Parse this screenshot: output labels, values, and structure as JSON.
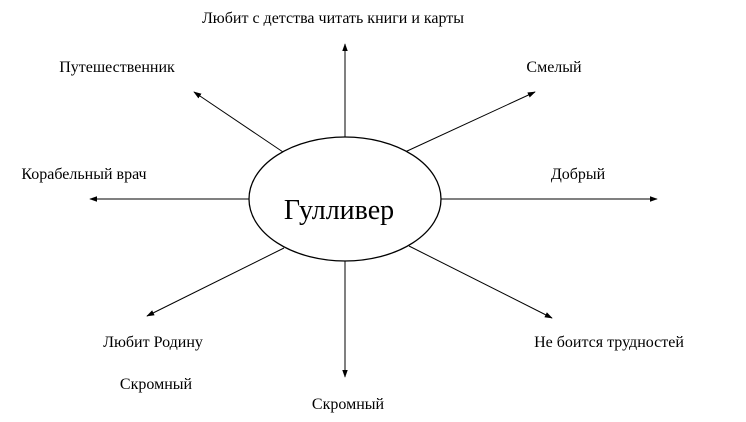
{
  "center": {
    "label": "Гулливер"
  },
  "traits": [
    {
      "id": "top",
      "label": "Любит с детства читать книги и карты"
    },
    {
      "id": "top-left",
      "label": "Путешественник"
    },
    {
      "id": "top-right",
      "label": "Смелый"
    },
    {
      "id": "left",
      "label": "Корабельный врач"
    },
    {
      "id": "right",
      "label": "Добрый"
    },
    {
      "id": "bottom-left",
      "label": "Любит Родину"
    },
    {
      "id": "bottom-left-extra",
      "label": "Скромный"
    },
    {
      "id": "bottom",
      "label": "Скромный"
    },
    {
      "id": "bottom-right",
      "label": "Не боится трудностей"
    }
  ],
  "colors": {
    "line": "#000000",
    "text": "#000000",
    "background": "#ffffff"
  }
}
